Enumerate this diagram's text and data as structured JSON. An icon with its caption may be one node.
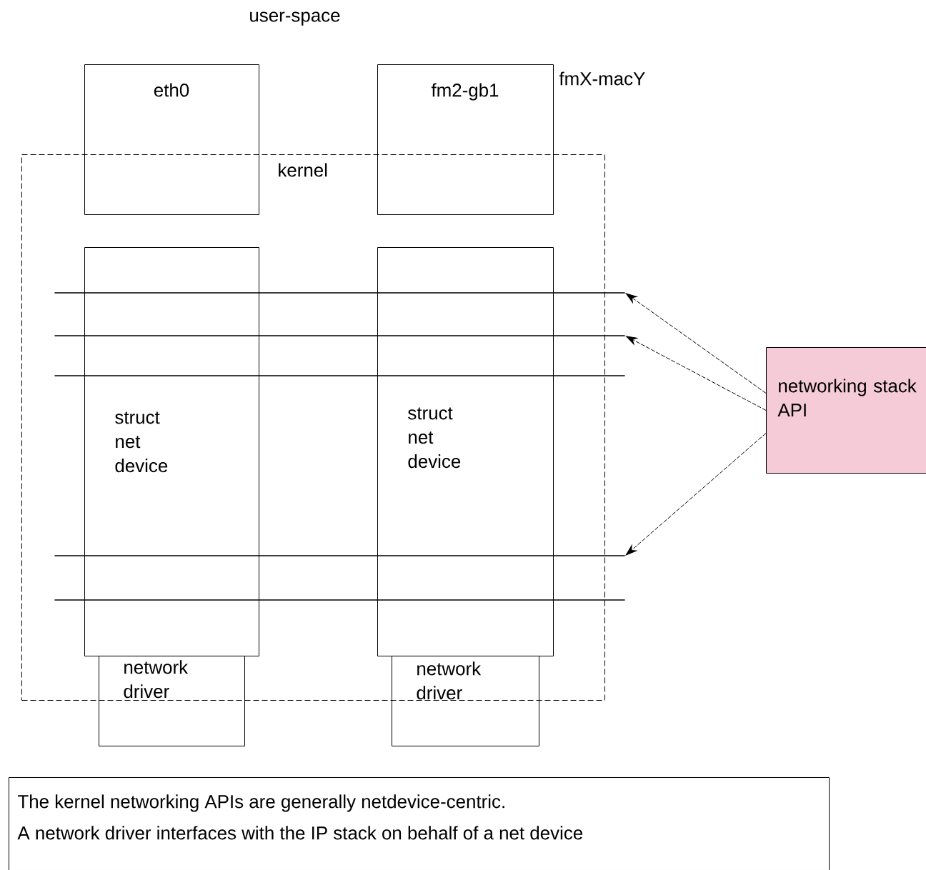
{
  "diagram": {
    "nodes": [
      {
        "text": [
          "kernel"
        ]
      },
      {
        "text": [
          "eth0"
        ]
      },
      {
        "text": [
          "fm2-gb1"
        ],
        "beside": [
          "fmX-macY"
        ]
      },
      {
        "text": [
          "struct net device"
        ],
        "in": 0
      },
      {
        "text": [
          "struct net device"
        ],
        "in": 0
      },
      {
        "text": [
          "network driver"
        ]
      },
      {
        "text": [
          "network driver"
        ]
      },
      {
        "text": [
          "networking stack API"
        ]
      },
      {
        "text": [
          "The kernel networking APIs are generally netdevice-centric.",
          "A network driver interfaces with the IP stack on behalf of a net device"
        ]
      },
      {
        "text": [],
        "shape": "line",
        "in": 0
      },
      {
        "text": [],
        "shape": "line",
        "in": 0
      },
      {
        "text": [],
        "shape": "line",
        "in": 0
      },
      {
        "text": [],
        "shape": "line",
        "in": 0
      },
      {
        "text": [],
        "shape": "line",
        "in": 0
      }
    ],
    "edges": [
      {
        "from": 7,
        "to": 9,
        "arrow": "to",
        "style": "dashed"
      },
      {
        "from": 7,
        "to": 10,
        "arrow": "to",
        "style": "dashed"
      },
      {
        "from": 7,
        "to": 12,
        "arrow": "to",
        "style": "dashed"
      }
    ],
    "labels": [
      "user-space"
    ]
  }
}
